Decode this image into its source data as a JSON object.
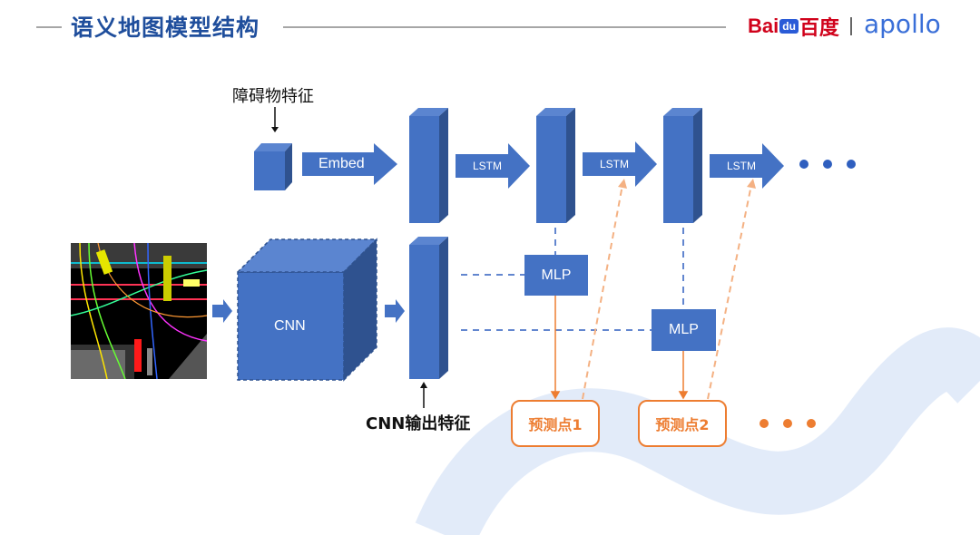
{
  "header": {
    "title": "语义地图模型结构",
    "logo_baidu_a": "Bai",
    "logo_baidu_du": "du",
    "logo_baidu_b": "百度",
    "logo_apollo": "apollo"
  },
  "diagram": {
    "obstacle_label": "障碍物特征",
    "embed_label": "Embed",
    "lstm_labels": [
      "LSTM",
      "LSTM",
      "LSTM"
    ],
    "cnn_label": "CNN",
    "cnn_output_label": "CNN输出特征",
    "mlp_labels": [
      "MLP",
      "MLP"
    ],
    "prediction_labels": [
      "预测点1",
      "预测点2"
    ]
  },
  "colors": {
    "title": "#1f4e9c",
    "block": "#4472c4",
    "block_side": "#2f528f",
    "block_top": "#5b85d0",
    "orange": "#ed7d31",
    "dashed_blue": "#2f5fbf"
  }
}
